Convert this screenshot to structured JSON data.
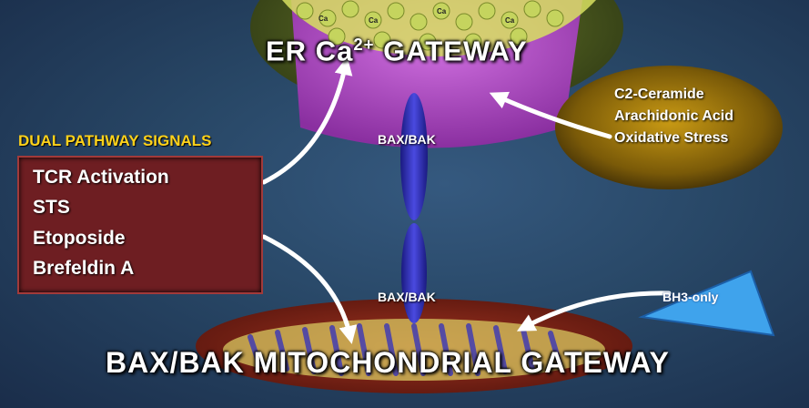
{
  "er_gateway": {
    "title_prefix": "ER Ca",
    "title_sup": "2+",
    "title_suffix": " GATEWAY",
    "ion_label": "Ca"
  },
  "mitochondrial_gateway": {
    "title": "BAX/BAK MITOCHONDRIAL GATEWAY"
  },
  "dual_pathway": {
    "heading": "DUAL PATHWAY SIGNALS",
    "signals": [
      "TCR Activation",
      "STS",
      "Etoposide",
      "Brefeldin A"
    ]
  },
  "er_stress_signals": [
    "C2-Ceramide",
    "Arachidonic Acid",
    "Oxidative Stress"
  ],
  "bax_bak_label": "BAX/BAK",
  "bh3_label": "BH3-only",
  "colors": {
    "background": "#284766",
    "er_body": "#b04cc0",
    "calcium": "#c8d86a",
    "signal_box": "#6e1e22",
    "stress_oval": "#b08a10",
    "bax_bak": "#2a2aa8",
    "mitochondrion": "#8a2a1c",
    "bh3": "#3fa3ec",
    "heading_yellow": "#ffd21a"
  }
}
